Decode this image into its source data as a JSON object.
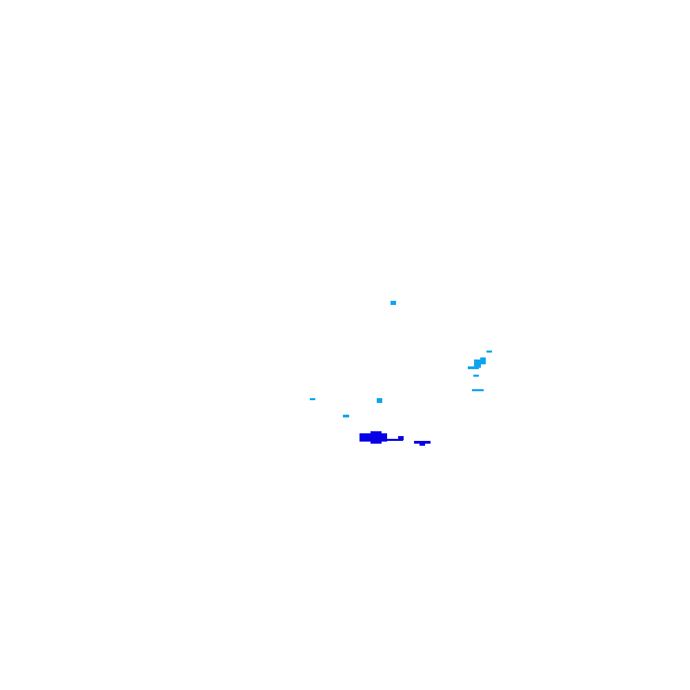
{
  "map": {
    "background_color": "#ffffff",
    "colors": {
      "light_feature": "#0ea5f0",
      "dark_feature": "#0a00e6"
    },
    "features": [
      {
        "id": "light-fleck-1",
        "class": "light"
      },
      {
        "id": "light-fleck-2",
        "class": "light"
      },
      {
        "id": "light-fleck-3",
        "class": "light"
      },
      {
        "id": "light-fleck-4",
        "class": "light"
      },
      {
        "id": "light-fleck-5",
        "class": "light"
      },
      {
        "id": "light-fleck-6",
        "class": "light"
      },
      {
        "id": "light-fleck-7",
        "class": "light"
      },
      {
        "id": "light-fleck-8",
        "class": "light"
      },
      {
        "id": "light-fleck-9",
        "class": "light"
      },
      {
        "id": "dark-cluster-1",
        "class": "dark"
      },
      {
        "id": "dark-cluster-2",
        "class": "dark"
      }
    ]
  }
}
